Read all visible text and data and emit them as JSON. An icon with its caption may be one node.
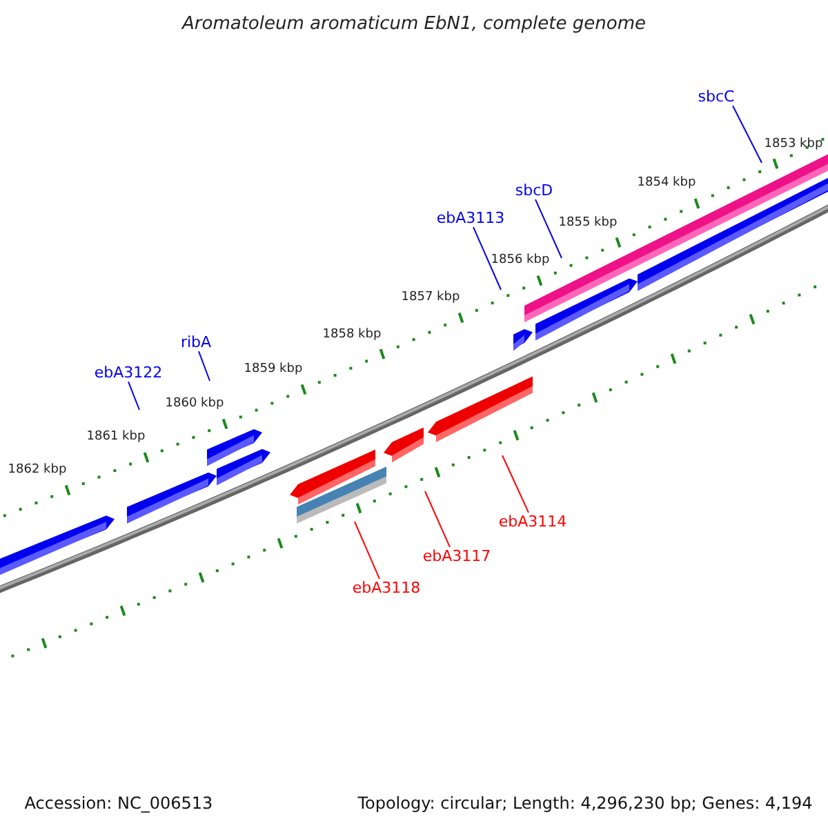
{
  "diagram": {
    "title": "Aromatoleum aromaticum EbN1, complete genome",
    "nodes": [
      {
        "text": [
          "sbcC"
        ]
      },
      {
        "text": [
          "sbcD"
        ]
      },
      {
        "text": [
          "ebA3113"
        ]
      },
      {
        "text": [
          "ribA"
        ]
      },
      {
        "text": [
          "ebA3122"
        ]
      },
      {
        "text": [
          "ebA3114"
        ]
      },
      {
        "text": [
          "ebA3117"
        ]
      },
      {
        "text": [
          "ebA3118"
        ]
      }
    ],
    "edges": [
      {
        "from": 0,
        "to": null,
        "arrow": "none"
      },
      {
        "from": 1,
        "to": null,
        "arrow": "none"
      },
      {
        "from": 2,
        "to": null,
        "arrow": "none"
      },
      {
        "from": 3,
        "to": null,
        "arrow": "none"
      },
      {
        "from": 4,
        "to": null,
        "arrow": "none"
      },
      {
        "from": 5,
        "to": null,
        "arrow": "none",
        "color": "#ff0000"
      },
      {
        "from": 6,
        "to": null,
        "arrow": "none",
        "color": "#ff0000"
      },
      {
        "from": 7,
        "to": null,
        "arrow": "none",
        "color": "#ff0000"
      }
    ],
    "labels": [
      "1853 kbp",
      "1854 kbp",
      "1855 kbp",
      "1856 kbp",
      "1857 kbp",
      "1858 kbp",
      "1859 kbp",
      "1860 kbp",
      "1861 kbp",
      "1862 kbp",
      "Accession: NC_006513",
      "Topology: circular; Length: 4,296,230 bp; Genes: 4,194"
    ]
  }
}
